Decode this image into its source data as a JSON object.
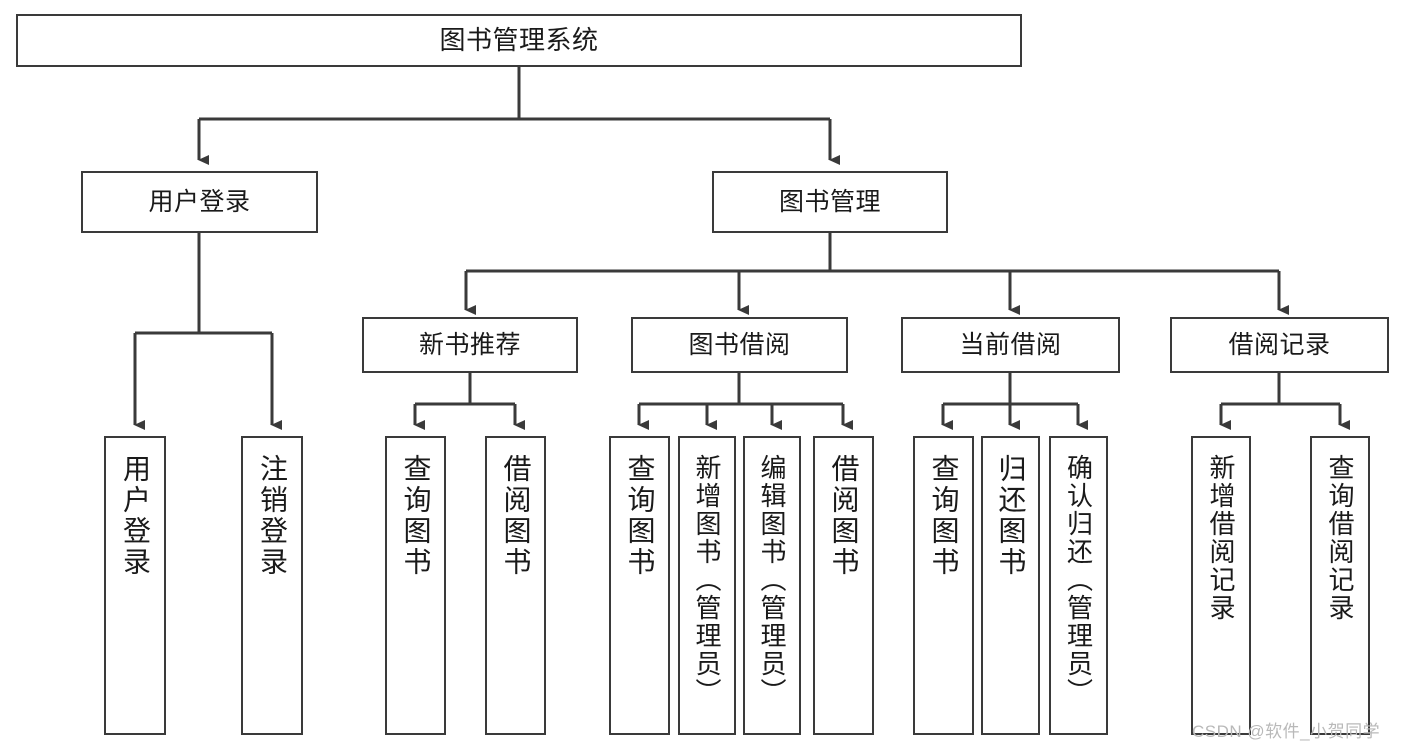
{
  "diagram": {
    "title": "图书管理系统",
    "type": "tree-hierarchy",
    "watermark": "CSDN @软件_小贺同学",
    "colors": {
      "box_border": "#3a3a3a",
      "box_fill": "#ffffff",
      "connector": "#3a3a3a",
      "text": "#1a1a1a",
      "watermark": "#b9b9b9"
    },
    "levels": {
      "root": {
        "label": "图书管理系统"
      },
      "level2": [
        {
          "id": "user-login",
          "label": "用户登录"
        },
        {
          "id": "book-manage",
          "label": "图书管理"
        }
      ],
      "level3": [
        {
          "id": "new-book-recommend",
          "label": "新书推荐",
          "parent": "book-manage"
        },
        {
          "id": "book-borrow",
          "label": "图书借阅",
          "parent": "book-manage"
        },
        {
          "id": "current-borrow",
          "label": "当前借阅",
          "parent": "book-manage"
        },
        {
          "id": "borrow-record",
          "label": "借阅记录",
          "parent": "book-manage"
        }
      ],
      "leaves": [
        {
          "id": "leaf-user-login",
          "label": "用户登录",
          "parent": "user-login"
        },
        {
          "id": "leaf-logout-login",
          "label": "注销登录",
          "parent": "user-login"
        },
        {
          "id": "leaf-query-book-1",
          "label": "查询图书",
          "parent": "new-book-recommend"
        },
        {
          "id": "leaf-borrow-book-1",
          "label": "借阅图书",
          "parent": "new-book-recommend"
        },
        {
          "id": "leaf-query-book-2",
          "label": "查询图书",
          "parent": "book-borrow"
        },
        {
          "id": "leaf-add-book",
          "label": "新增图书（管理员）",
          "parent": "book-borrow"
        },
        {
          "id": "leaf-edit-book",
          "label": "编辑图书（管理员）",
          "parent": "book-borrow"
        },
        {
          "id": "leaf-borrow-book-2",
          "label": "借阅图书",
          "parent": "book-borrow"
        },
        {
          "id": "leaf-query-book-3",
          "label": "查询图书",
          "parent": "current-borrow"
        },
        {
          "id": "leaf-return-book",
          "label": "归还图书",
          "parent": "current-borrow"
        },
        {
          "id": "leaf-confirm-return",
          "label": "确认归还（管理员）",
          "parent": "current-borrow"
        },
        {
          "id": "leaf-add-record",
          "label": "新增借阅记录",
          "parent": "borrow-record"
        },
        {
          "id": "leaf-query-record",
          "label": "查询借阅记录",
          "parent": "borrow-record"
        }
      ]
    }
  }
}
